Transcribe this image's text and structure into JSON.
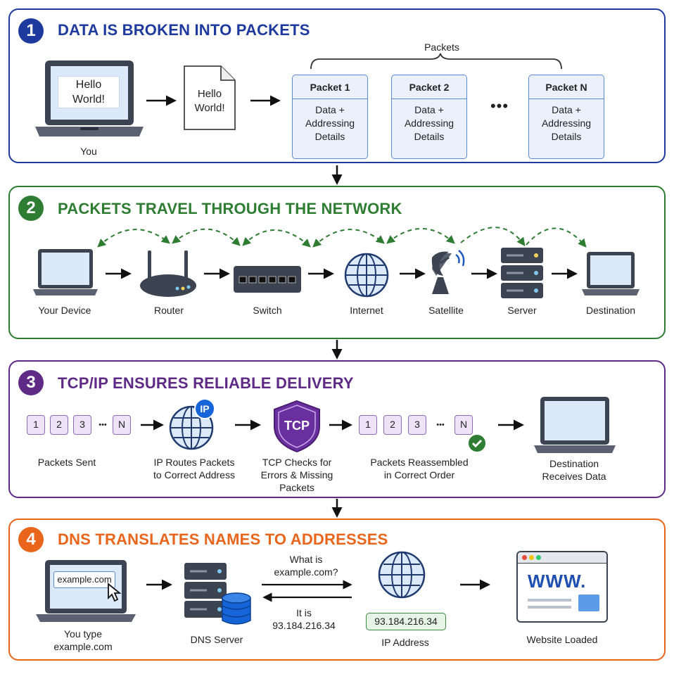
{
  "colors": {
    "blue": "#1f3a9e",
    "green": "#2e7d32",
    "purple": "#5e2a86",
    "orange": "#e8651b",
    "screen": "#dbe9fb",
    "device": "#3c4452"
  },
  "s1": {
    "number": "1",
    "title": "DATA IS BROKEN INTO PACKETS",
    "screen_text": "Hello\nWorld!",
    "doc_text": "Hello\nWorld!",
    "you": "You",
    "packets_label": "Packets",
    "packets": [
      {
        "name": "Packet 1",
        "body": "Data +\nAddressing\nDetails"
      },
      {
        "name": "Packet 2",
        "body": "Data +\nAddressing\nDetails"
      },
      {
        "name": "Packet N",
        "body": "Data +\nAddressing\nDetails"
      }
    ],
    "dots": "•••"
  },
  "s2": {
    "number": "2",
    "title": "PACKETS TRAVEL THROUGH THE NETWORK",
    "nodes": [
      "Your Device",
      "Router",
      "Switch",
      "Internet",
      "Satellite",
      "Server",
      "Destination"
    ]
  },
  "s3": {
    "number": "3",
    "title": "TCP/IP ENSURES RELIABLE DELIVERY",
    "seq": [
      "1",
      "2",
      "3",
      "N"
    ],
    "ellipsis": "•••",
    "ip_badge": "IP",
    "tcp_badge": "TCP",
    "sent": "Packets Sent",
    "ip_routes": "IP Routes Packets\nto Correct Address",
    "tcp_checks": "TCP Checks for\nErrors & Missing\nPackets",
    "reassembled": "Packets Reassembled\nin Correct Order",
    "dest": "Destination\nReceives Data"
  },
  "s4": {
    "number": "4",
    "title": "DNS TRANSLATES NAMES TO ADDRESSES",
    "url": "example.com",
    "you_type": "You type\nexample.com",
    "dns_server": "DNS Server",
    "query": "What is\nexample.com?",
    "answer": "It is\n93.184.216.34",
    "ip_value": "93.184.216.34",
    "ip_label": "IP Address",
    "www": "WWW.",
    "loaded": "Website Loaded"
  }
}
